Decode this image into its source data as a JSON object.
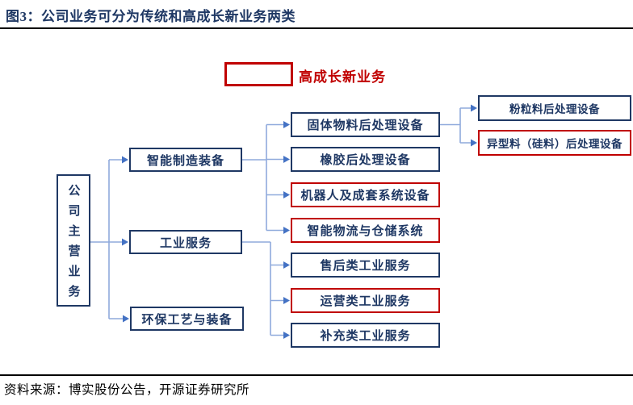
{
  "title": "图3：公司业务可分为传统和高成长新业务两类",
  "legend": {
    "label": "高成长新业务"
  },
  "root": {
    "label": "公司主营业务"
  },
  "level2": [
    {
      "label": "智能制造装备"
    },
    {
      "label": "工业服务"
    },
    {
      "label": "环保工艺与装备"
    }
  ],
  "level3": [
    {
      "label": "固体物料后处理设备",
      "highlight": false
    },
    {
      "label": "橡胶后处理设备",
      "highlight": false
    },
    {
      "label": "机器人及成套系统设备",
      "highlight": true
    },
    {
      "label": "智能物流与仓储系统",
      "highlight": true
    },
    {
      "label": "售后类工业服务",
      "highlight": false
    },
    {
      "label": "运营类工业服务",
      "highlight": true
    },
    {
      "label": "补充类工业服务",
      "highlight": false
    }
  ],
  "level4": [
    {
      "label": "粉粒料后处理设备",
      "highlight": false
    },
    {
      "label": "异型料（硅料）后处理设备",
      "highlight": true
    }
  ],
  "source": "资料来源：博实股份公告，开源证券研究所",
  "colors": {
    "navy": "#1F3864",
    "red": "#C00000",
    "connector_line": "#8FAADC",
    "arrow": "#4472C4"
  }
}
